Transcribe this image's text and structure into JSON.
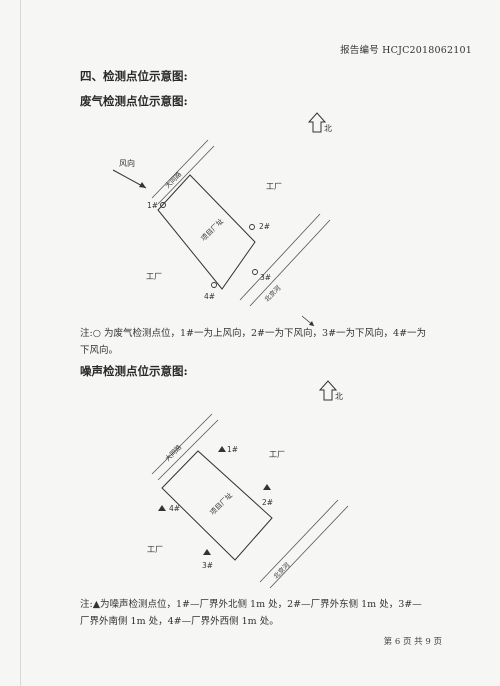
{
  "header": {
    "report_number": "报告编号 HCJC2018062101"
  },
  "section": {
    "title": "四、检测点位示意图:"
  },
  "exhaust_diagram": {
    "title": "废气检测点位示意图:",
    "north_label": "北",
    "wind_label": "风向",
    "road_top": "大同路",
    "road_bottom": "北京河",
    "project_label": "项目厂址",
    "factory_right": "工厂",
    "factory_left": "工厂",
    "points": [
      "1#",
      "2#",
      "3#",
      "4#"
    ],
    "note_line1": "注:○ 为废气检测点位，1#一为上风向，2#一为下风向，3#一为下风向，4#一为",
    "note_line2": "下风向。"
  },
  "noise_diagram": {
    "title": "噪声检测点位示意图:",
    "north_label": "北",
    "road_top": "大同路",
    "road_bottom": "北京河",
    "project_label": "项目厂址",
    "factory_right": "工厂",
    "factory_left": "工厂",
    "points": [
      "1#",
      "2#",
      "3#",
      "4#"
    ],
    "note_line1": "注:▲为噪声检测点位，1#—厂界外北侧 1m 处，2#—厂界外东侧 1m 处，3#—",
    "note_line2": "厂界外南侧 1m 处，4#—厂界外西侧 1m 处。"
  },
  "footer": {
    "page_info": "第 6 页 共 9 页"
  }
}
